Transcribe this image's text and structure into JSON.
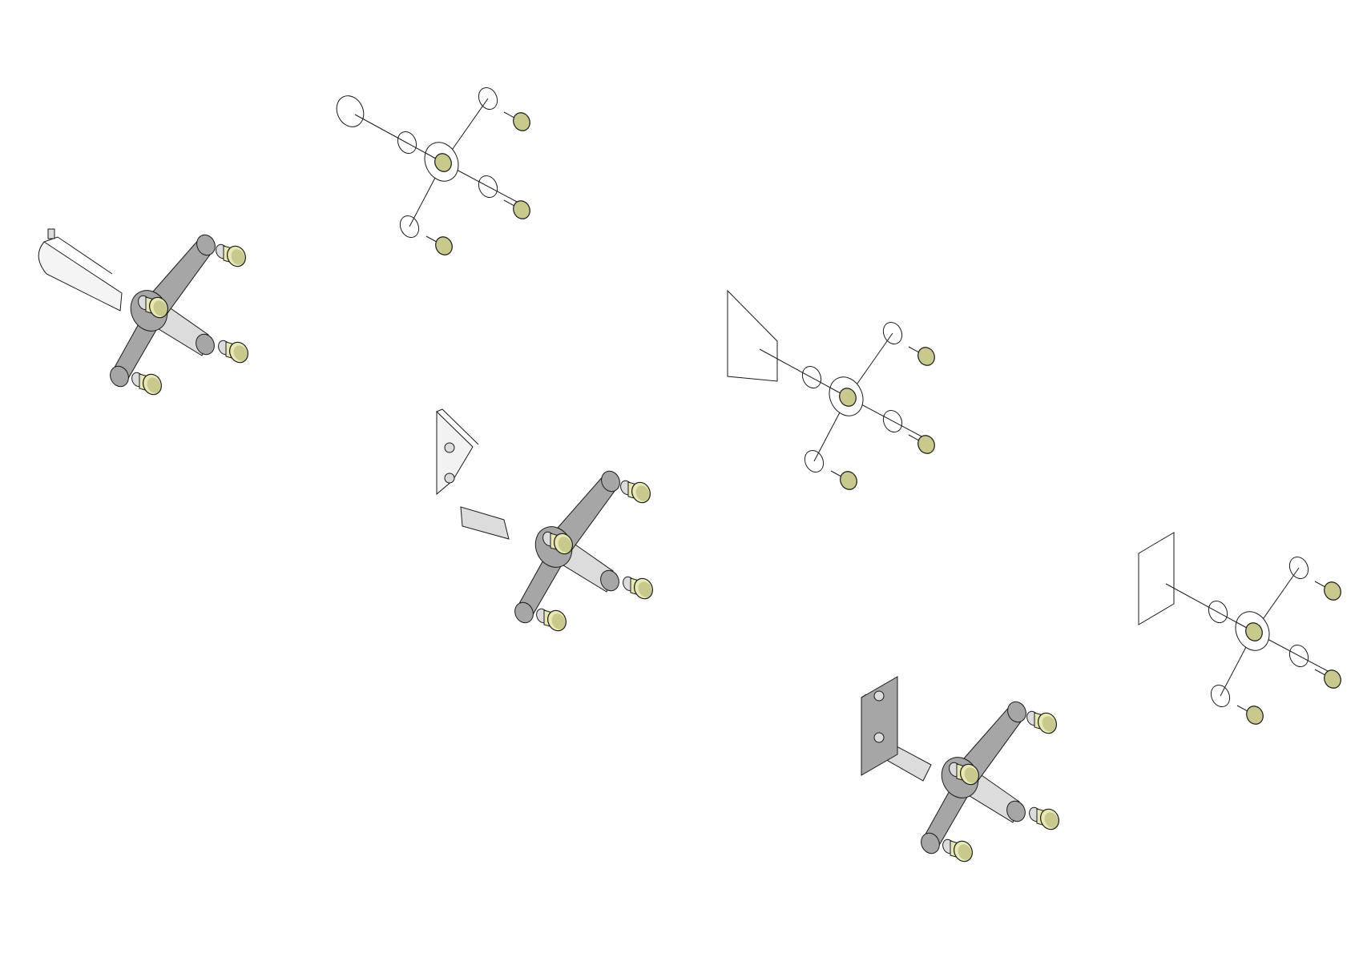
{
  "colors": {
    "background": "#ffffff",
    "stroke": "#1a1a1a",
    "fitting_fill": "#e8e8b4",
    "fitting_face": "#c9c98e",
    "arm_fill": "#a6a6a6",
    "arm_light": "#dcdcdc",
    "plate_fill": "#f2f2f2"
  },
  "views": [
    {
      "name": "spider-solid-cone-mount",
      "style": "solid",
      "mount": "cone"
    },
    {
      "name": "spider-wire-round-mount",
      "style": "wire",
      "mount": "round"
    },
    {
      "name": "spider-solid-triangle-plate-mount",
      "style": "solid",
      "mount": "triangle-plate"
    },
    {
      "name": "spider-wire-trapezoid-plate-mount",
      "style": "wire",
      "mount": "trapezoid-plate"
    },
    {
      "name": "spider-solid-square-plate-mount",
      "style": "solid",
      "mount": "square-plate"
    },
    {
      "name": "spider-wire-square-plate-mount",
      "style": "wire",
      "mount": "square-plate"
    }
  ]
}
